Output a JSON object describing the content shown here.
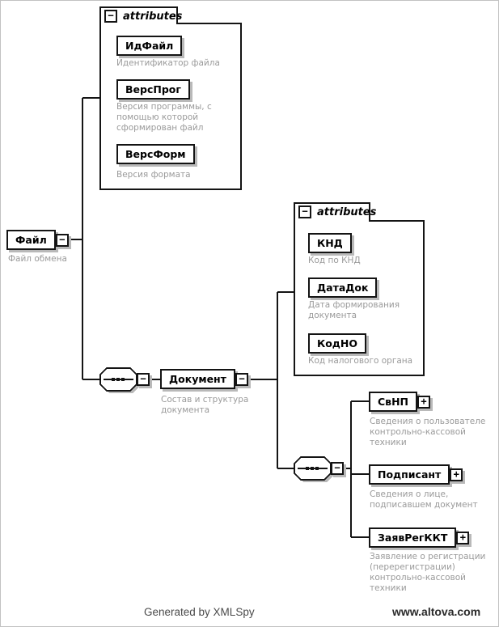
{
  "icons": {
    "collapse": "−",
    "expand": "+"
  },
  "diagram": {
    "root": {
      "name": "Файл",
      "annotation": "Файл обмена"
    },
    "attributesBox1": {
      "title": "attributes",
      "items": [
        {
          "name": "ИдФайл",
          "annotation": "Идентификатор файла"
        },
        {
          "name": "ВерсПрог",
          "annotation": "Версия программы, с помощью которой сформирован файл"
        },
        {
          "name": "ВерсФорм",
          "annotation": "Версия формата"
        }
      ]
    },
    "document": {
      "name": "Документ",
      "annotation": "Состав и структура документа"
    },
    "attributesBox2": {
      "title": "attributes",
      "items": [
        {
          "name": "КНД",
          "annotation": "Код по КНД"
        },
        {
          "name": "ДатаДок",
          "annotation": "Дата формирования документа"
        },
        {
          "name": "КодНО",
          "annotation": "Код налогового органа"
        }
      ]
    },
    "children": [
      {
        "name": "СвНП",
        "annotation": "Сведения о пользователе контрольно-кассовой техники"
      },
      {
        "name": "Подписант",
        "annotation": "Сведения о лице, подписавшем документ"
      },
      {
        "name": "ЗаявРегККТ",
        "annotation": "Заявление о регистрации (перерегистрации) контрольно-кассовой техники"
      }
    ]
  },
  "footer": {
    "left": "Generated by XMLSpy",
    "right": "www.altova.com"
  },
  "colors": {
    "border": "#141414",
    "shadow": "#b9b9b9",
    "annotation": "#9a9a9a"
  }
}
